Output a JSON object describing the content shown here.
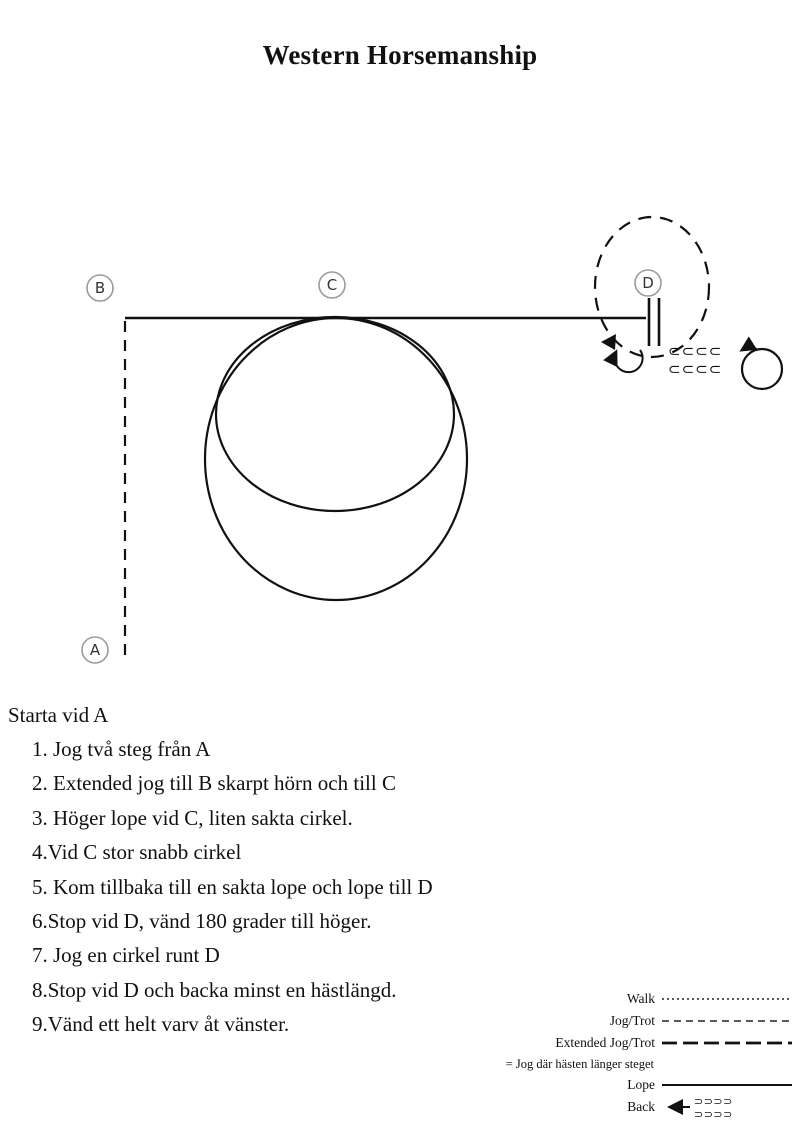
{
  "title": "Western Horsemanship",
  "diagram": {
    "markers": {
      "a": "A",
      "b": "B",
      "c": "C",
      "d": "D"
    }
  },
  "instructions": {
    "intro": "Starta vid A",
    "items": [
      "1. Jog två steg från A",
      "2. Extended jog till B skarpt hörn och till C",
      "3. Höger lope vid C, liten sakta cirkel.",
      "4.Vid C stor snabb cirkel",
      "5. Kom tillbaka till en sakta lope och lope till D",
      "6.Stop vid D, vänd 180 grader till höger.",
      "7. Jog en cirkel runt D",
      "8.Stop vid D och backa minst en hästlängd.",
      "9.Vänd ett helt varv åt vänster."
    ]
  },
  "legend": {
    "items": [
      {
        "label": "Walk",
        "style": "dotted"
      },
      {
        "label": "Jog/Trot",
        "style": "dashed"
      },
      {
        "label": "Extended Jog/Trot",
        "style": "long-dash"
      },
      {
        "label": "Lope",
        "style": "solid"
      },
      {
        "label": "Back",
        "style": "back-steps"
      }
    ],
    "note": "= Jog där hästen länger steget"
  },
  "colors": {
    "ink": "#111111",
    "marker_stroke": "#9b9b9b",
    "background": "#ffffff"
  }
}
